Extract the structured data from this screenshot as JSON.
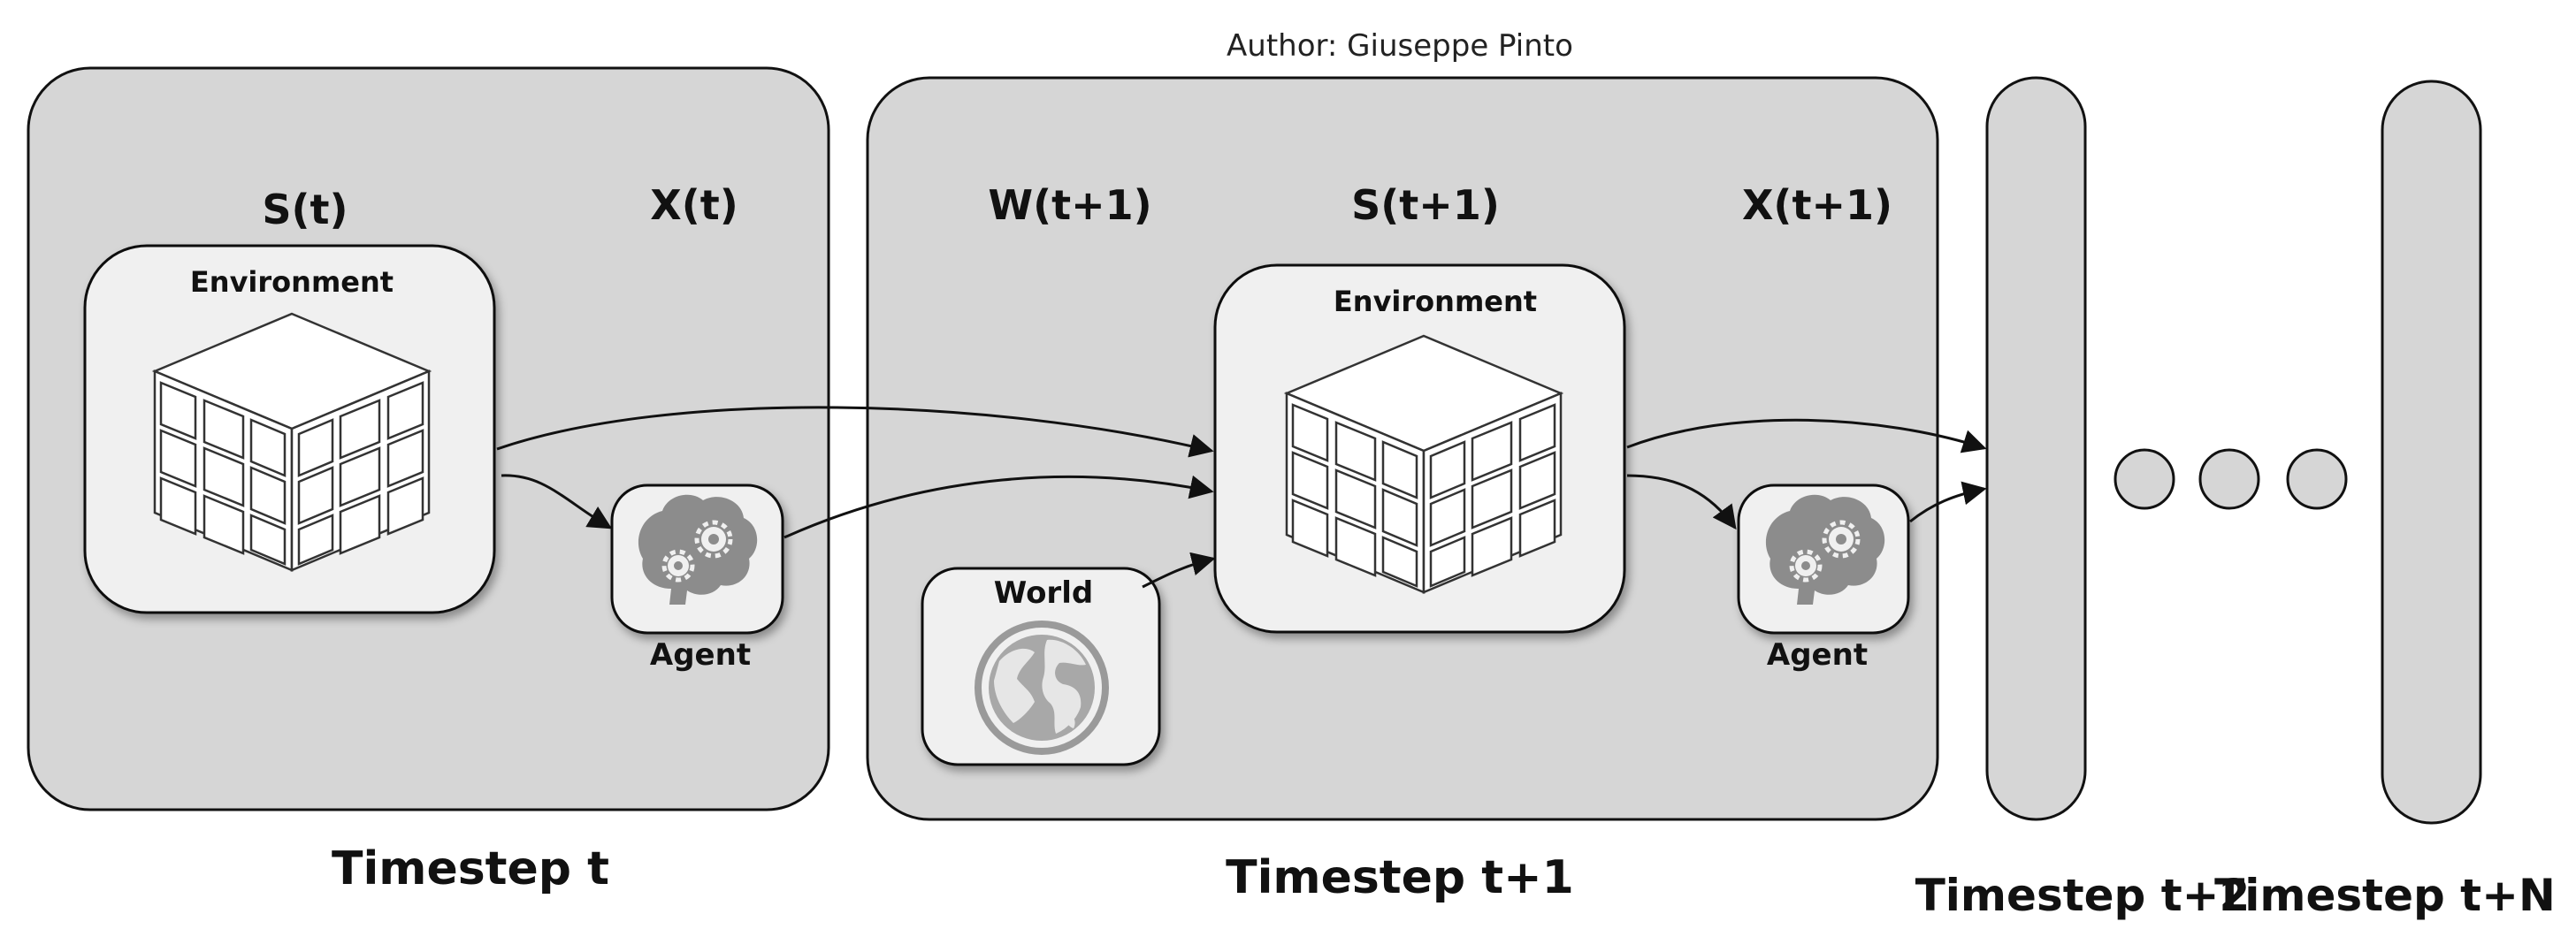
{
  "author": "Author: Giuseppe Pinto",
  "timesteps": [
    {
      "caption": "Timestep t",
      "state_label": "S(t)",
      "action_label": "X(t)",
      "environment_label": "Environment",
      "agent_label": "Agent"
    },
    {
      "caption": "Timestep t+1",
      "world_input_label": "W(t+1)",
      "state_label": "S(t+1)",
      "action_label": "X(t+1)",
      "environment_label": "Environment",
      "world_label": "World",
      "agent_label": "Agent"
    },
    {
      "caption": "Timestep t+2"
    },
    {
      "caption": "Timestep t+N"
    }
  ],
  "colors": {
    "panel": "#d6d6d6",
    "inner_box": "#f0f0f0",
    "icon": "#8c8c8c",
    "stroke": "#111111"
  },
  "icons": [
    "cube-icon",
    "brain-gears-icon",
    "globe-icon"
  ]
}
